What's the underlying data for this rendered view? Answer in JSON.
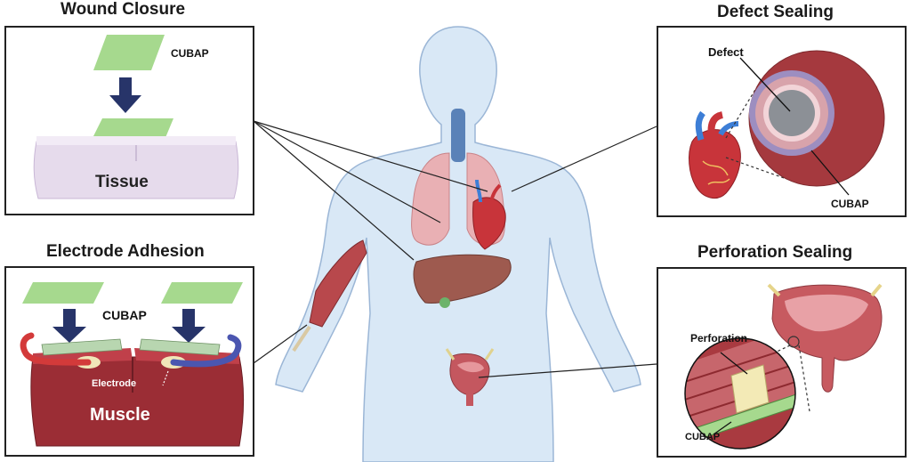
{
  "headings": {
    "wound_closure": "Wound Closure",
    "electrode_adhesion": "Electrode Adhesion",
    "defect_sealing": "Defect Sealing",
    "perforation_sealing": "Perforation Sealing"
  },
  "labels": {
    "cubap": "CUBAP",
    "tissue": "Tissue",
    "electrode": "Electrode",
    "muscle": "Muscle",
    "defect": "Defect",
    "perforation": "Perforation"
  },
  "colors": {
    "patch": "#a6d98e",
    "arrow": "#273469",
    "tissue": "#e6dbec",
    "muscle": "#9b2d35",
    "body": "#d9e8f6",
    "heart": "#c8343a",
    "vessel_blue": "#3d7ed6"
  }
}
